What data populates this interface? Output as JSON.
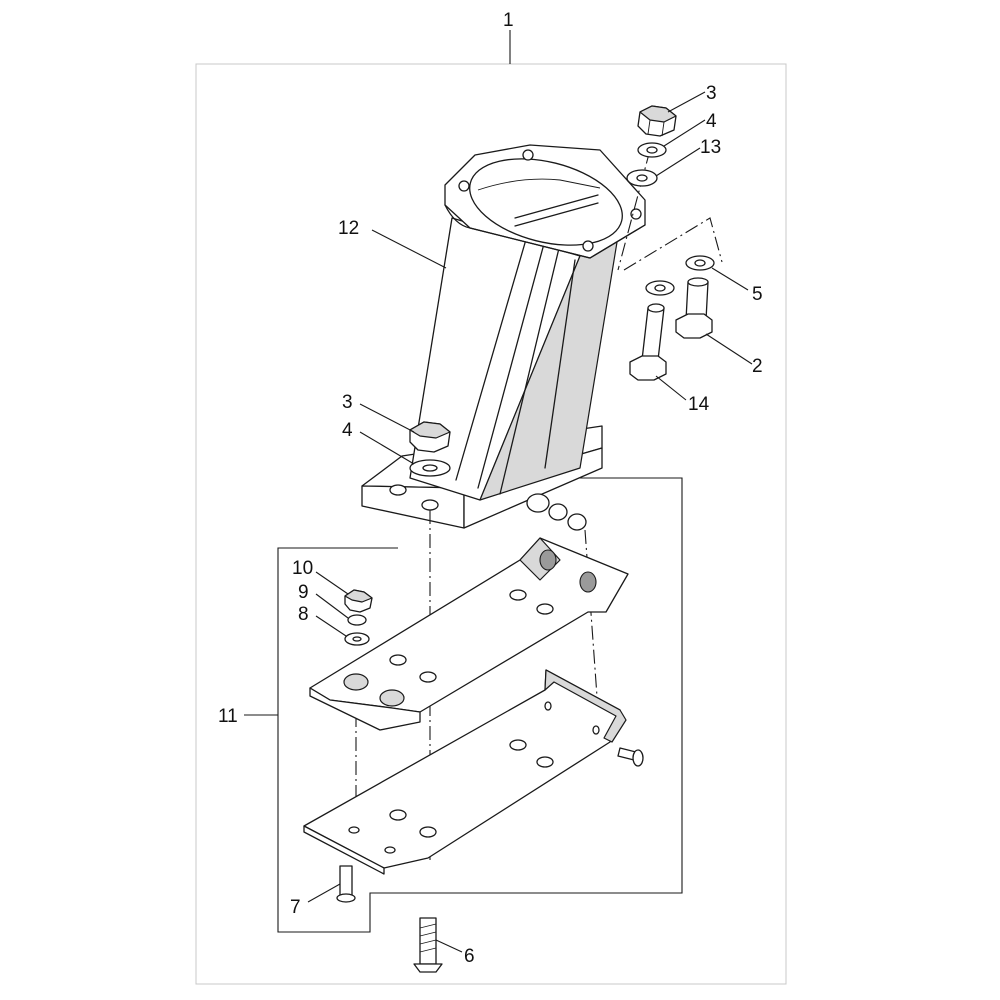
{
  "labels": {
    "c1": "1",
    "c2": "2",
    "c3a": "3",
    "c3b": "3",
    "c4a": "4",
    "c4b": "4",
    "c5": "5",
    "c6": "6",
    "c7": "7",
    "c8": "8",
    "c9": "9",
    "c10": "10",
    "c11": "11",
    "c12": "12",
    "c13": "13",
    "c14": "14"
  }
}
